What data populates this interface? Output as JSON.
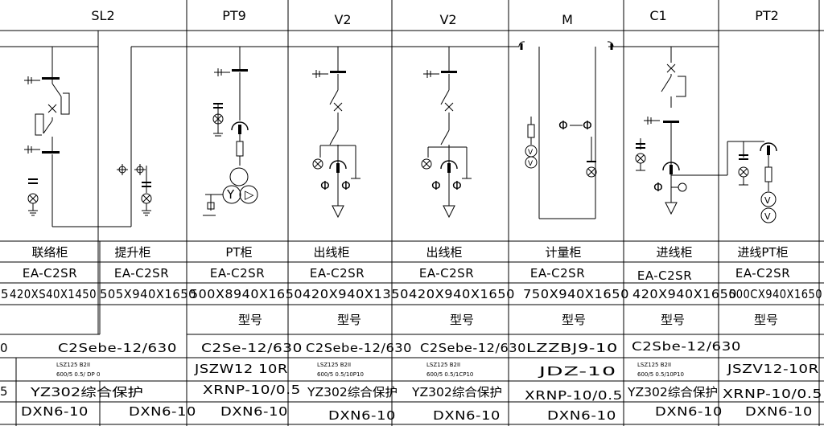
{
  "columns": [
    {
      "id": "col1",
      "header": "SL2",
      "name": "联络柜",
      "model": "EA-C2SR",
      "dimension": "420XS40X1450",
      "type_label": "",
      "breaker": "",
      "ct": "",
      "ct_line1": "LSZ125  B2II",
      "ct_line2": "600/5  0.5/  DP 0",
      "protection": "YZ302综合保护",
      "earthing": "DXN6-10"
    },
    {
      "id": "col2",
      "header": "",
      "name": "提升柜",
      "model": "EA-C2SR",
      "dimension": "505X940X1650",
      "type_label": "",
      "breaker": "C2Sebe-12/630",
      "ct": "",
      "earthing": "DXN6-10"
    },
    {
      "id": "col3",
      "header": "PT9",
      "name": "PT柜",
      "model": "EA-C2SR",
      "dimension": "500X8940X1650",
      "type_label": "型号",
      "breaker": "C2Se-12/630",
      "ct": "JSZW12  10R",
      "protection": "XRNP-10/0.5",
      "earthing": "DXN6-10"
    },
    {
      "id": "col4",
      "header": "V2",
      "name": "出线柜",
      "model": "EA-C2SR",
      "dimension": "420X940X1350",
      "type_label": "型号",
      "breaker": "C2Sebe-12/630",
      "ct_line1": "LSZ125  B2II",
      "ct_line2": "600/5  0.5/10P10",
      "protection": "YZ302综合保护",
      "earthing": "DXN6-10"
    },
    {
      "id": "col5",
      "header": "V2",
      "name": "出线柜",
      "model": "EA-C2SR",
      "dimension": "420X940X1650",
      "type_label": "型号",
      "breaker": "C2Sebe-12/630",
      "ct_line1": "LSZ125  B2II",
      "ct_line2": "600/5  0.5/1CP10",
      "protection": "YZ302综合保护",
      "earthing": "DXN6-10"
    },
    {
      "id": "col6",
      "header": "M",
      "name": "计量柜",
      "model": "EA-C2SR",
      "dimension": "750X940X1650",
      "type_label": "型号",
      "breaker": "LZZBJ9-10",
      "ct": "JDZ-10",
      "protection": "XRNP-10/0.5",
      "earthing": "DXN6-10"
    },
    {
      "id": "col7",
      "header": "C1",
      "name": "进线柜",
      "model": "EA-C2SR",
      "dimension": "420X940X1650",
      "type_label": "型号",
      "breaker": "C2Sbe-12/630",
      "ct_line1": "LSZ125  B2II",
      "ct_line2": "600/5  0.5/10P10",
      "protection": "YZ302综合保护",
      "earthing": "DXN6-10"
    },
    {
      "id": "col8",
      "header": "PT2",
      "name": "进线PT柜",
      "model": "EA-C2SR",
      "dimension": "500CX940X1650",
      "type_label": "型号",
      "breaker": "",
      "ct": "JSZV12-10R",
      "protection": "XRNP-10/0.5",
      "earthing": "DXN6-10"
    }
  ],
  "cut_text": {
    "left_dim_prefix": "5",
    "left_breaker_prefix": "0",
    "left_protection_prefix": "5"
  },
  "colors": {
    "line": "#000000",
    "background": "#ffffff"
  }
}
